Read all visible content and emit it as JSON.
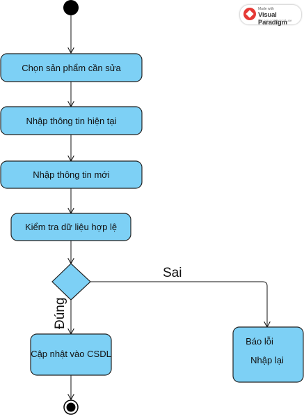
{
  "watermark": {
    "line1": "Made with",
    "brand": "Visual Paradigm",
    "line3": "For non-commercial use"
  },
  "activities": {
    "select_product": "Chọn sản phẩm cần sửa",
    "enter_current": "Nhập thông tin hiện tại",
    "enter_new": "Nhập thông tin mới",
    "validate": "Kiểm tra dữ liệu hợp lệ",
    "update_db": "Cập nhật vào CSDL",
    "error_line1": "Báo lỗi",
    "error_line2": "Nhập lại"
  },
  "guards": {
    "false": "Sai",
    "true": "Đúng"
  },
  "colors": {
    "activity_fill": "#7dd0f5",
    "stroke": "#222222"
  }
}
